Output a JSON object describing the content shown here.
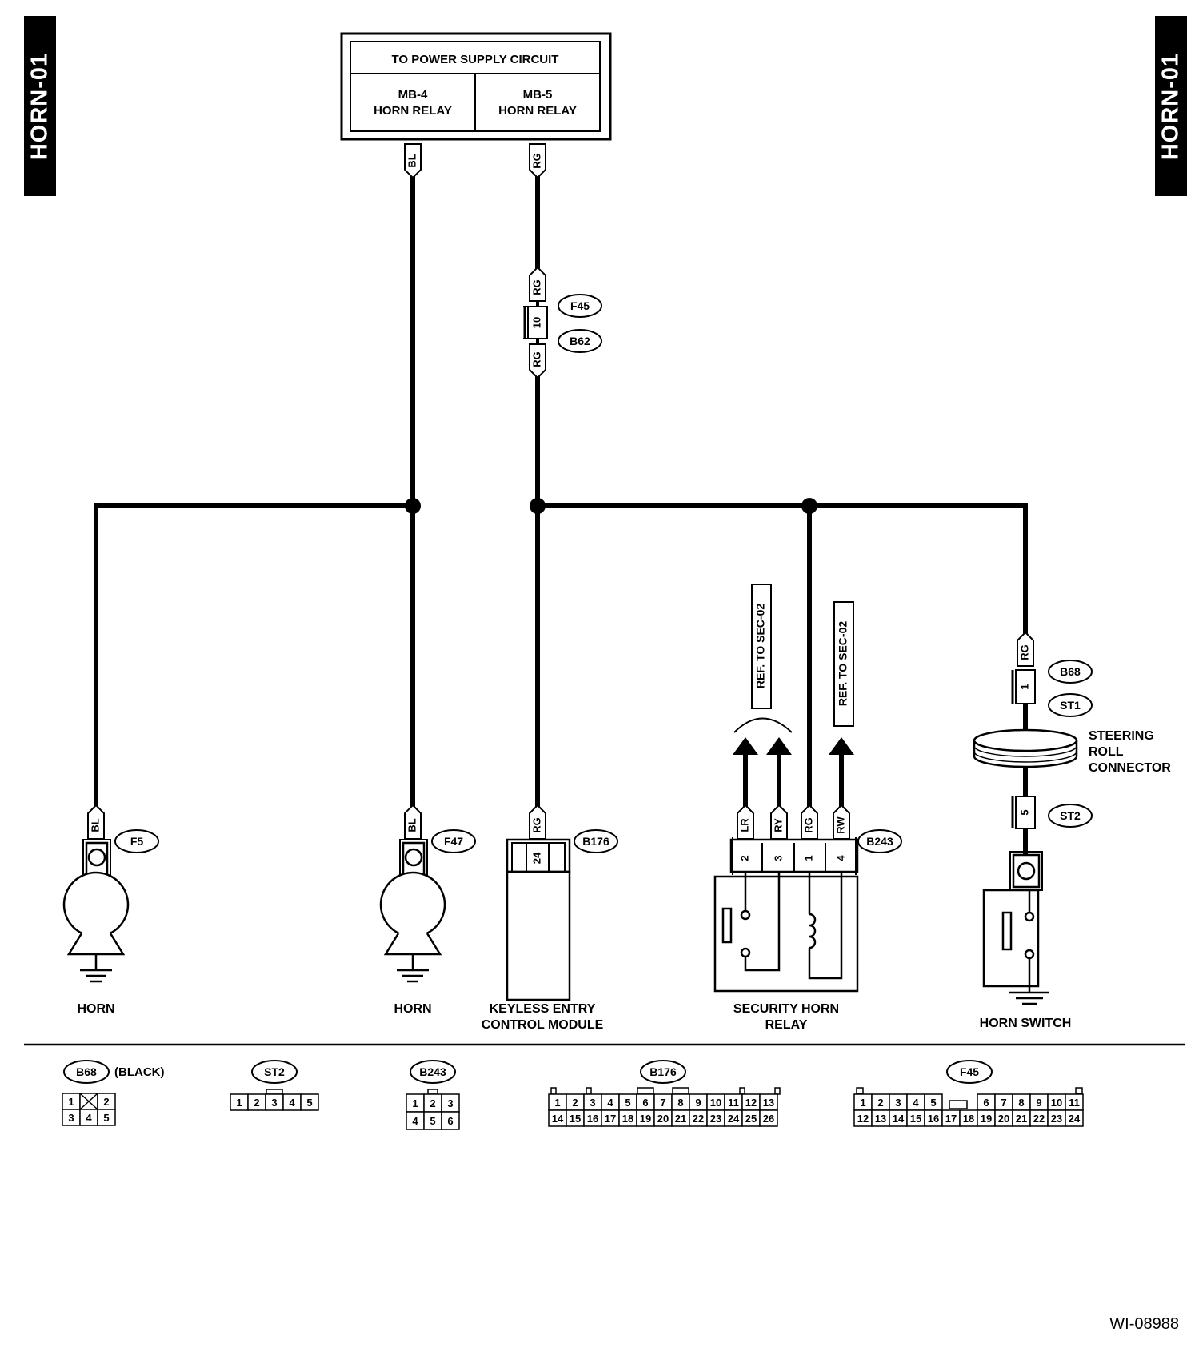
{
  "header": {
    "tab_left": "HORN-01",
    "tab_right": "HORN-01",
    "power_supply": {
      "title": "TO POWER SUPPLY CIRCUIT",
      "fuses": [
        {
          "line1": "MB-4",
          "line2": "HORN RELAY"
        },
        {
          "line1": "MB-5",
          "line2": "HORN RELAY"
        }
      ]
    }
  },
  "wire_colors": {
    "bl_top": "BL",
    "rg_top": "RG",
    "rg_f45_upper": "RG",
    "rg_f45_lower": "RG",
    "bl_horn1": "BL",
    "bl_horn2": "BL",
    "rg_keyless": "RG",
    "lr": "LR",
    "ry": "RY",
    "rg_relay": "RG",
    "rw": "RW",
    "rg_b68": "RG"
  },
  "connectors": {
    "f45": "F45",
    "b62": "B62",
    "f5": "F5",
    "f47": "F47",
    "b176": "B176",
    "b243": "B243",
    "b68": "B68",
    "st1": "ST1",
    "st2": "ST2"
  },
  "pins": {
    "f45_b62": "10",
    "b176": "24",
    "b243": [
      "2",
      "3",
      "1",
      "4"
    ],
    "b68_st1": "1",
    "st2": "5"
  },
  "references": [
    "REF. TO SEC-02",
    "REF. TO SEC-02"
  ],
  "components": {
    "horn1": "HORN",
    "horn2": "HORN",
    "keyless": [
      "KEYLESS ENTRY",
      "CONTROL MODULE"
    ],
    "relay": [
      "SECURITY HORN",
      "RELAY"
    ],
    "switch": "HORN SWITCH",
    "steering": [
      "STEERING",
      "ROLL",
      "CONNECTOR"
    ]
  },
  "connector_views": {
    "b68": {
      "id": "B68",
      "note": "(BLACK)",
      "row1": [
        "1",
        "",
        "2"
      ],
      "row2": [
        "3",
        "4",
        "5"
      ]
    },
    "st2": {
      "id": "ST2",
      "row1": [
        "1",
        "2",
        "3",
        "4",
        "5"
      ]
    },
    "b243": {
      "id": "B243",
      "row1": [
        "1",
        "2",
        "3"
      ],
      "row2": [
        "4",
        "5",
        "6"
      ]
    },
    "b176": {
      "id": "B176",
      "row1": [
        "1",
        "2",
        "3",
        "4",
        "5",
        "6",
        "7",
        "8",
        "9",
        "10",
        "11",
        "12",
        "13"
      ],
      "row2": [
        "14",
        "15",
        "16",
        "17",
        "18",
        "19",
        "20",
        "21",
        "22",
        "23",
        "24",
        "25",
        "26"
      ]
    },
    "f45": {
      "id": "F45",
      "row1a": [
        "1",
        "2",
        "3",
        "4",
        "5"
      ],
      "row1b": [
        "6",
        "7",
        "8",
        "9",
        "10",
        "11"
      ],
      "row2": [
        "12",
        "13",
        "14",
        "15",
        "16",
        "17",
        "18",
        "19",
        "20",
        "21",
        "22",
        "23",
        "24"
      ]
    }
  },
  "figure_number": "WI-08988"
}
